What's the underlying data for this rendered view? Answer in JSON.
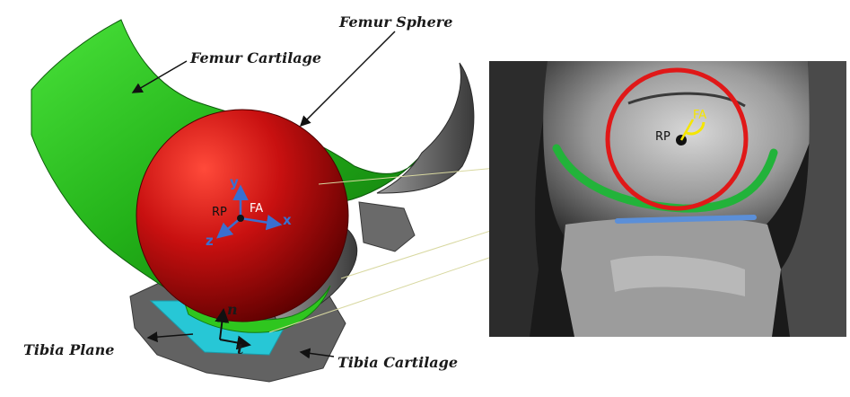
{
  "labels": {
    "femur_sphere": "Femur Sphere",
    "femur_cartilage": "Femur Cartilage",
    "tibia_plane": "Tibia Plane",
    "tibia_cartilage": "Tibia Cartilage"
  },
  "model_annotations": {
    "rp": "RP",
    "fa": "FA",
    "axis_x": "x",
    "axis_y": "y",
    "axis_z": "z",
    "normal_n": "n",
    "tangent_t": "t"
  },
  "mri_annotations": {
    "rp": "RP",
    "fa": "FA"
  },
  "colors": {
    "femur_cartilage": "#2fbf1e",
    "femur_sphere": "#c81010",
    "tibia_plane": "#27c7d6",
    "tibia_bone": "#5f5f5f",
    "axes": "#3a6fd0",
    "mri_circle": "#e01818",
    "mri_cartilage_band": "#22b33a",
    "mri_tibia_line": "#5b8fd8",
    "fa_marker": "#f5e600"
  }
}
